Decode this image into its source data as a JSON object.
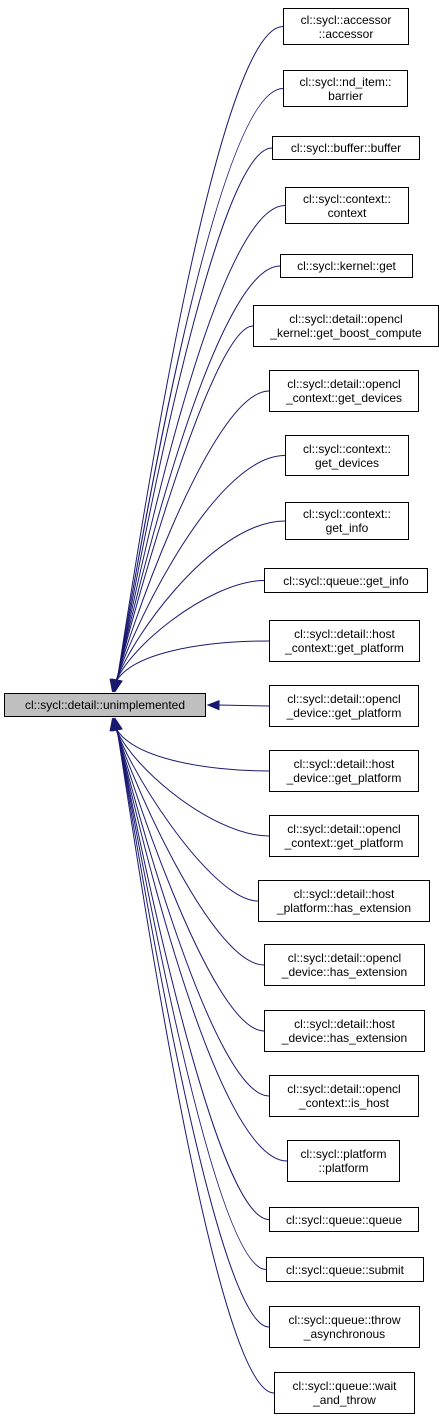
{
  "root": {
    "label": "cl::sycl::detail::unimplemented"
  },
  "callers": [
    {
      "label": "cl::sycl::accessor\n::accessor"
    },
    {
      "label": "cl::sycl::nd_item::\nbarrier"
    },
    {
      "label": "cl::sycl::buffer::buffer"
    },
    {
      "label": "cl::sycl::context::\ncontext"
    },
    {
      "label": "cl::sycl::kernel::get"
    },
    {
      "label": "cl::sycl::detail::opencl\n_kernel::get_boost_compute"
    },
    {
      "label": "cl::sycl::detail::opencl\n_context::get_devices"
    },
    {
      "label": "cl::sycl::context::\nget_devices"
    },
    {
      "label": "cl::sycl::context::\nget_info"
    },
    {
      "label": "cl::sycl::queue::get_info"
    },
    {
      "label": "cl::sycl::detail::host\n_context::get_platform"
    },
    {
      "label": "cl::sycl::detail::opencl\n_device::get_platform"
    },
    {
      "label": "cl::sycl::detail::host\n_device::get_platform"
    },
    {
      "label": "cl::sycl::detail::opencl\n_context::get_platform"
    },
    {
      "label": "cl::sycl::detail::host\n_platform::has_extension"
    },
    {
      "label": "cl::sycl::detail::opencl\n_device::has_extension"
    },
    {
      "label": "cl::sycl::detail::host\n_device::has_extension"
    },
    {
      "label": "cl::sycl::detail::opencl\n_context::is_host"
    },
    {
      "label": "cl::sycl::platform\n::platform"
    },
    {
      "label": "cl::sycl::queue::queue"
    },
    {
      "label": "cl::sycl::queue::submit"
    },
    {
      "label": "cl::sycl::queue::throw\n_asynchronous"
    },
    {
      "label": "cl::sycl::queue::wait\n_and_throw"
    }
  ],
  "colors": {
    "edge": "#191970",
    "root_fill": "#bfbfbf",
    "node_border": "#000000"
  }
}
